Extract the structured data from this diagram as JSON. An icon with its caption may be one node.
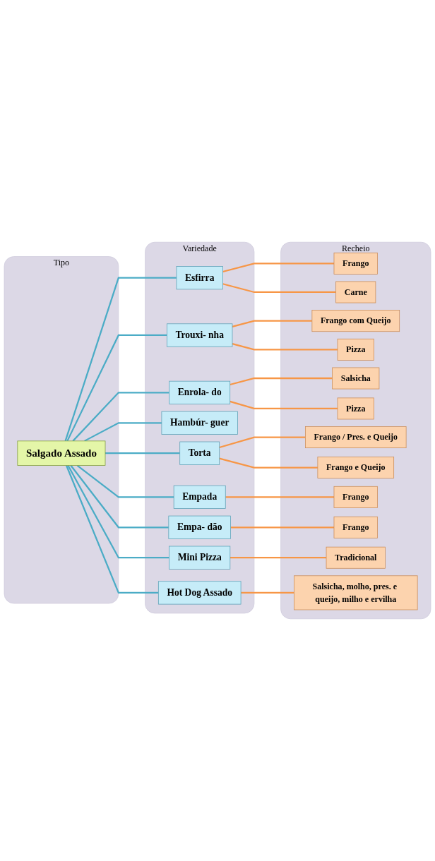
{
  "diagram": {
    "nodes": [
      {
        "text": [
          "Tipo"
        ]
      },
      {
        "text": [
          "Variedade"
        ]
      },
      {
        "text": [
          "Recheio"
        ]
      },
      {
        "text": [
          "Salgado Assado"
        ],
        "in": 0
      },
      {
        "text": [
          "Esfirra"
        ],
        "in": 1
      },
      {
        "text": [
          "Trouxi- nha"
        ],
        "in": 1
      },
      {
        "text": [
          "Enrola- do"
        ],
        "in": 1
      },
      {
        "text": [
          "Hambúr- guer"
        ],
        "in": 1
      },
      {
        "text": [
          "Torta"
        ],
        "in": 1
      },
      {
        "text": [
          "Empada"
        ],
        "in": 1
      },
      {
        "text": [
          "Empa- dão"
        ],
        "in": 1
      },
      {
        "text": [
          "Mini Pizza"
        ],
        "in": 1
      },
      {
        "text": [
          "Hot Dog Assado"
        ],
        "in": 1
      },
      {
        "text": [
          "Frango"
        ],
        "in": 2
      },
      {
        "text": [
          "Carne"
        ],
        "in": 2
      },
      {
        "text": [
          "Frango com Queijo"
        ],
        "in": 2
      },
      {
        "text": [
          "Pizza"
        ],
        "in": 2
      },
      {
        "text": [
          "Salsicha"
        ],
        "in": 2
      },
      {
        "text": [
          "Pizza"
        ],
        "in": 2
      },
      {
        "text": [
          "Frango / Pres. e Queijo"
        ],
        "in": 2
      },
      {
        "text": [
          "Frango e Queijo"
        ],
        "in": 2
      },
      {
        "text": [
          "Frango"
        ],
        "in": 2
      },
      {
        "text": [
          "Frango"
        ],
        "in": 2
      },
      {
        "text": [
          "Tradicional"
        ],
        "in": 2
      },
      {
        "text": [
          "Salsicha, molho, pres. e queijo, milho e ervilha"
        ],
        "in": 2
      }
    ],
    "edges": [
      {
        "from": 3,
        "to": 4,
        "arrow": "none",
        "color": "#4bacc6"
      },
      {
        "from": 3,
        "to": 5,
        "arrow": "none",
        "color": "#4bacc6"
      },
      {
        "from": 3,
        "to": 6,
        "arrow": "none",
        "color": "#4bacc6"
      },
      {
        "from": 3,
        "to": 7,
        "arrow": "none",
        "color": "#4bacc6"
      },
      {
        "from": 3,
        "to": 8,
        "arrow": "none",
        "color": "#4bacc6"
      },
      {
        "from": 3,
        "to": 9,
        "arrow": "none",
        "color": "#4bacc6"
      },
      {
        "from": 3,
        "to": 10,
        "arrow": "none",
        "color": "#4bacc6"
      },
      {
        "from": 3,
        "to": 11,
        "arrow": "none",
        "color": "#4bacc6"
      },
      {
        "from": 3,
        "to": 12,
        "arrow": "none",
        "color": "#4bacc6"
      },
      {
        "from": 4,
        "to": 13,
        "arrow": "none"
      },
      {
        "from": 4,
        "to": 14,
        "arrow": "none"
      },
      {
        "from": 5,
        "to": 15,
        "arrow": "none"
      },
      {
        "from": 5,
        "to": 16,
        "arrow": "none"
      },
      {
        "from": 6,
        "to": 17,
        "arrow": "none"
      },
      {
        "from": 6,
        "to": 18,
        "arrow": "none"
      },
      {
        "from": 8,
        "to": 19,
        "arrow": "none"
      },
      {
        "from": 8,
        "to": 20,
        "arrow": "none"
      },
      {
        "from": 9,
        "to": 21,
        "arrow": "none"
      },
      {
        "from": 10,
        "to": 22,
        "arrow": "none"
      },
      {
        "from": 11,
        "to": 23,
        "arrow": "none"
      },
      {
        "from": 12,
        "to": 24,
        "arrow": "none"
      }
    ]
  }
}
